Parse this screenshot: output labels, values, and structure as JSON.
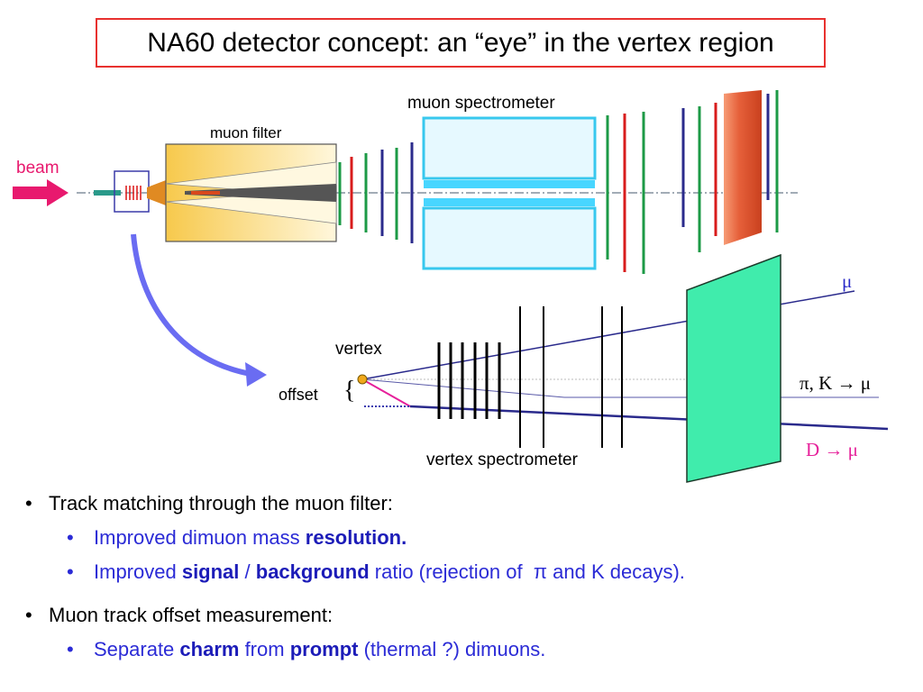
{
  "title": "NA60 detector concept: an “eye” in the vertex region",
  "diagram": {
    "labels": {
      "beam": "beam",
      "muon_filter": "muon filter",
      "muon_spectrometer": "muon spectrometer",
      "vertex": "vertex",
      "offset": "offset",
      "offset_brace": "{",
      "vertex_spectrometer": "vertex spectrometer",
      "mu": "μ",
      "pi_k_mu": "π, K → μ",
      "d_mu": "D → μ"
    },
    "colors": {
      "title_border": "#e8312f",
      "beam_arrow": "#e8196e",
      "absorber": "#fde79a",
      "spectrometer_box": "#38c8ee",
      "dipole_field": "#48d6ff",
      "arrow": "#6a6cf2",
      "eye": "#40ecac",
      "track": "#2a2a8c",
      "pion_kaon_track": "#5a5aa8",
      "d_track": "#e6209a",
      "vertex_dot": "#f0a81c"
    }
  },
  "bullets": [
    {
      "text": "Track matching through the muon filter:",
      "sub": [
        [
          {
            "t": "Improved dimuon mass ",
            "b": false
          },
          {
            "t": "resolution.",
            "b": true
          }
        ],
        [
          {
            "t": "Improved ",
            "b": false
          },
          {
            "t": "signal",
            "b": true
          },
          {
            "t": " / ",
            "b": false
          },
          {
            "t": "background",
            "b": true
          },
          {
            "t": " ratio (rejection of  π and K decays).",
            "b": false
          }
        ]
      ]
    },
    {
      "text": "Muon track offset measurement:",
      "sub": [
        [
          {
            "t": "Separate ",
            "b": false
          },
          {
            "t": "charm",
            "b": true
          },
          {
            "t": " from ",
            "b": false
          },
          {
            "t": "prompt",
            "b": true
          },
          {
            "t": " (thermal ?) dimuons.",
            "b": false
          }
        ]
      ]
    }
  ]
}
